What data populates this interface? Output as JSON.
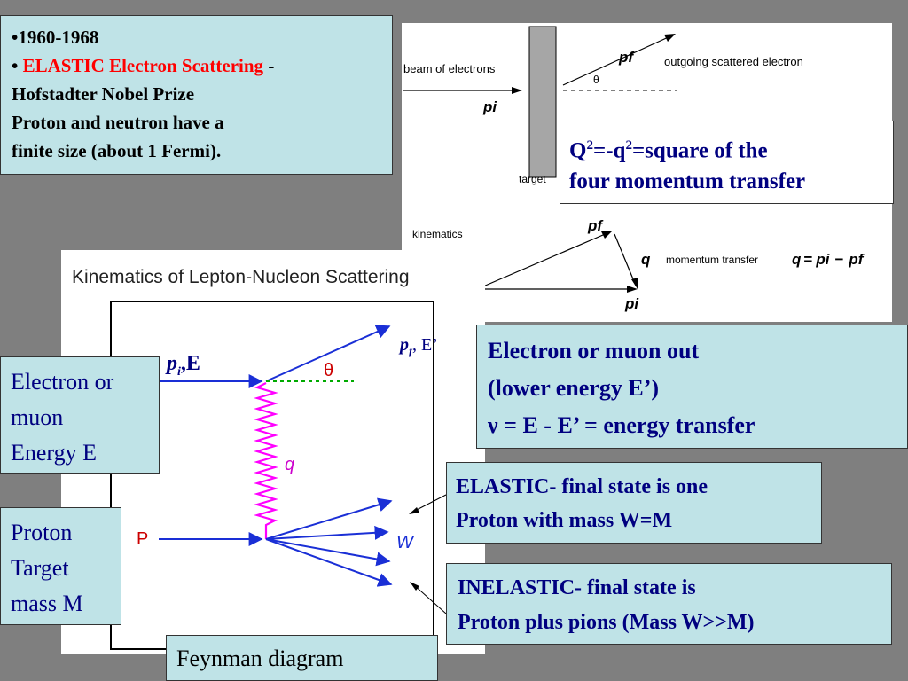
{
  "colors": {
    "background": "#7f7f7f",
    "box_fill": "#bfe3e7",
    "navy": "#000080",
    "red": "#ff0000",
    "blue_arrow": "#1a2fd6",
    "magenta": "#ff00ff",
    "green": "#00aa00"
  },
  "history_box": {
    "years": "•1960-1968",
    "bullet": "• ",
    "elastic_title": "ELASTIC Electron  Scattering",
    "dash": " -",
    "prize": "Hofstadter Nobel Prize",
    "line3": " Proton and neutron have a",
    "line4": "finite size (about 1 Fermi)."
  },
  "top_diagram": {
    "beam_label": "beam of electrons",
    "pi_label": "pi",
    "target_label": "target",
    "pf_label": "pf",
    "theta_label": "θ",
    "outgoing_label": "outgoing scattered electron",
    "kinematics_label": "kinematics",
    "kin_pf": "pf",
    "kin_q": "q",
    "kin_pi": "pi",
    "momentum_transfer_text": "momentum transfer",
    "eq_q": "q",
    "eq_equals": "=",
    "eq_pi": "pi",
    "eq_minus": "−",
    "eq_pf": "pf"
  },
  "q2_box": {
    "q": "Q",
    "sup": "2",
    "mid": "=-q",
    "sup2": "2",
    "rest": "=square of the",
    "line2": "four momentum transfer"
  },
  "feynman": {
    "title": "Kinematics of Lepton-Nucleon Scattering",
    "pi": "p",
    "pi_sub": "i",
    "pi_e": ",E",
    "pf": "p",
    "pf_sub": "f",
    "pf_e": ", E’",
    "theta": "θ",
    "q": "q",
    "p": "P",
    "w": "W"
  },
  "electron_in_box": {
    "line1": "Electron or",
    "line2": "muon",
    "line3": "Energy E"
  },
  "proton_box": {
    "line1": "Proton",
    "line2": "Target",
    "line3": "mass M"
  },
  "electron_out_box": {
    "line1": "Electron or muon out",
    "line2": " (lower energy E’)",
    "nu": "ν",
    "line3": " =  E - E’ = energy transfer"
  },
  "elastic_box": {
    "line1": "ELASTIC- final state is one",
    "line2": " Proton with  mass W=M"
  },
  "inelastic_box": {
    "line1": "INELASTIC- final state is",
    "line2": "Proton plus pions (Mass W>>M)"
  },
  "feynman_caption": "Feynman diagram"
}
